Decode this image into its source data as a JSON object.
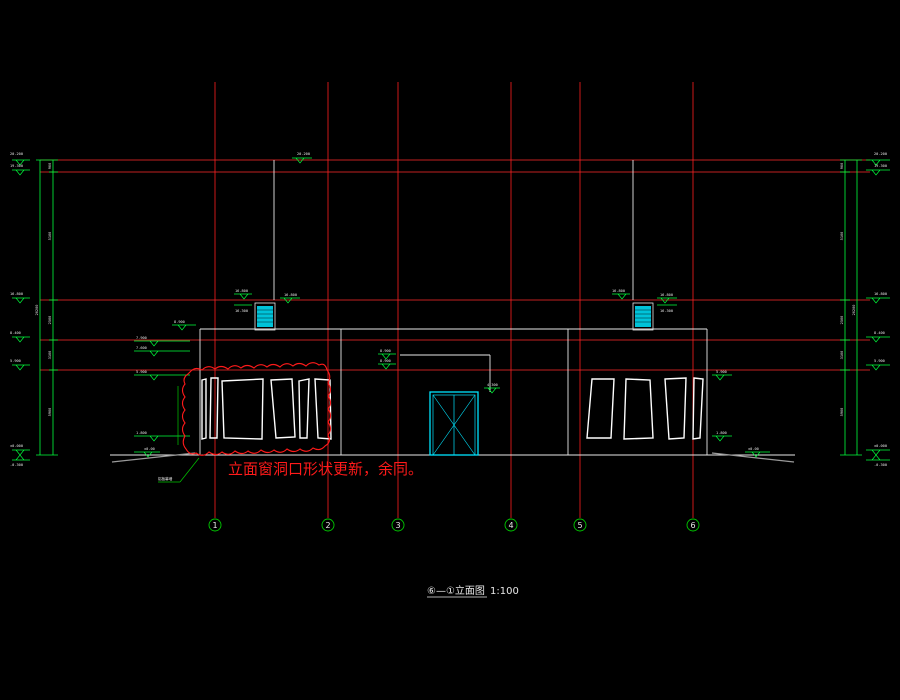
{
  "drawing": {
    "annotation_note": "立面窗洞口形状更新，余同。",
    "title": "⑥—①立面图",
    "scale": "1:100",
    "callout_label": "铝板幕墙"
  },
  "grid_axes": [
    "1",
    "2",
    "3",
    "4",
    "5",
    "6"
  ],
  "elevation_marks": {
    "left": [
      "20.200",
      "19.300",
      "16.800",
      "8.400",
      "5.900",
      "±0.000",
      "-0.300"
    ],
    "right": [
      "20.200",
      "19.300",
      "16.800",
      "8.400",
      "5.900",
      "±0.000",
      "-0.300"
    ],
    "roof_center": "20.200",
    "box_left": [
      "16.800",
      "16.800",
      "16.300"
    ],
    "box_right": [
      "16.800",
      "16.800",
      "16.300"
    ],
    "wing_left": [
      "8.900",
      "7.900",
      "7.600",
      "5.900",
      "1.800",
      "±0.00"
    ],
    "door_area": [
      "8.900",
      "8.900",
      "4.300"
    ],
    "wing_right": [
      "5.900",
      "1.800",
      "±0.00"
    ]
  },
  "dimensions": {
    "left_outer": "20200",
    "left_inner": [
      "900",
      "5100",
      "2500",
      "3100",
      "5900"
    ],
    "right_outer": "20200",
    "right_inner": [
      "900",
      "5100",
      "2500",
      "3100",
      "5900"
    ]
  },
  "colors": {
    "background": "#000000",
    "grid_line": "#ff2020",
    "level_line": "#ff2a2a",
    "building_outline": "#e8e8e8",
    "window": "#ffffff",
    "cyan": "#00e5ff",
    "dimension": "#00ff3c",
    "text_red": "#ff1a1a",
    "marker": "#00c800"
  }
}
